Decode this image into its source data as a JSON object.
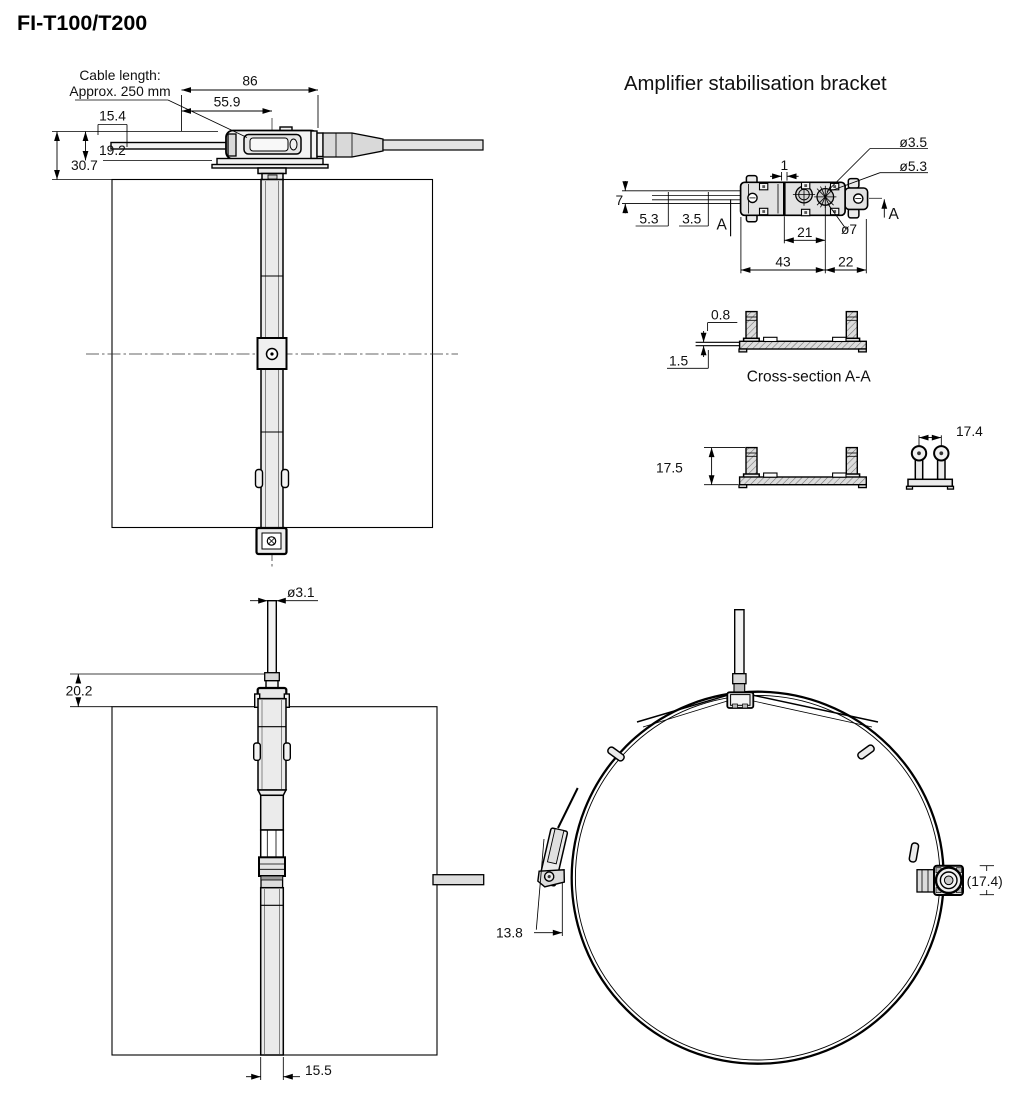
{
  "title": "FI-T100/T200",
  "side_view": {
    "cable_note_line1": "Cable length:",
    "cable_note_line2": "Approx. 250 mm",
    "dim_body_length": "86",
    "dim_body_to_axis": "55.9",
    "dim_rod_protrusion": "15.4",
    "dim_head_height": "19.2",
    "dim_mount_height": "30.7"
  },
  "bracket_view": {
    "title": "Amplifier stabilisation bracket",
    "dim_hole_small": "ø3.5",
    "dim_hole_counterbore": "ø5.3",
    "dim_slot": "1",
    "dim_rod_dia": "7",
    "dim_offset_a": "5.3",
    "dim_offset_b": "3.5",
    "section_mark_left": "A",
    "section_mark_right": "A",
    "dim_hole_large": "ø7",
    "dim_hole_pitch": "21",
    "dim_left_length": "43",
    "dim_right_length": "22"
  },
  "cross_section_view": {
    "label": "Cross-section A-A",
    "dim_sheet_thickness": "0.8",
    "dim_plate_thickness": "1.5"
  },
  "bracket_side_view": {
    "dim_height": "17.5"
  },
  "bracket_end_view": {
    "dim_width": "17.4"
  },
  "front_view": {
    "dim_tip_dia": "ø3.1",
    "dim_top_height": "20.2",
    "dim_probe_width": "15.5"
  },
  "band_view": {
    "dim_buckle_width": "13.8",
    "dim_fitting_ref": "(17.4)"
  }
}
